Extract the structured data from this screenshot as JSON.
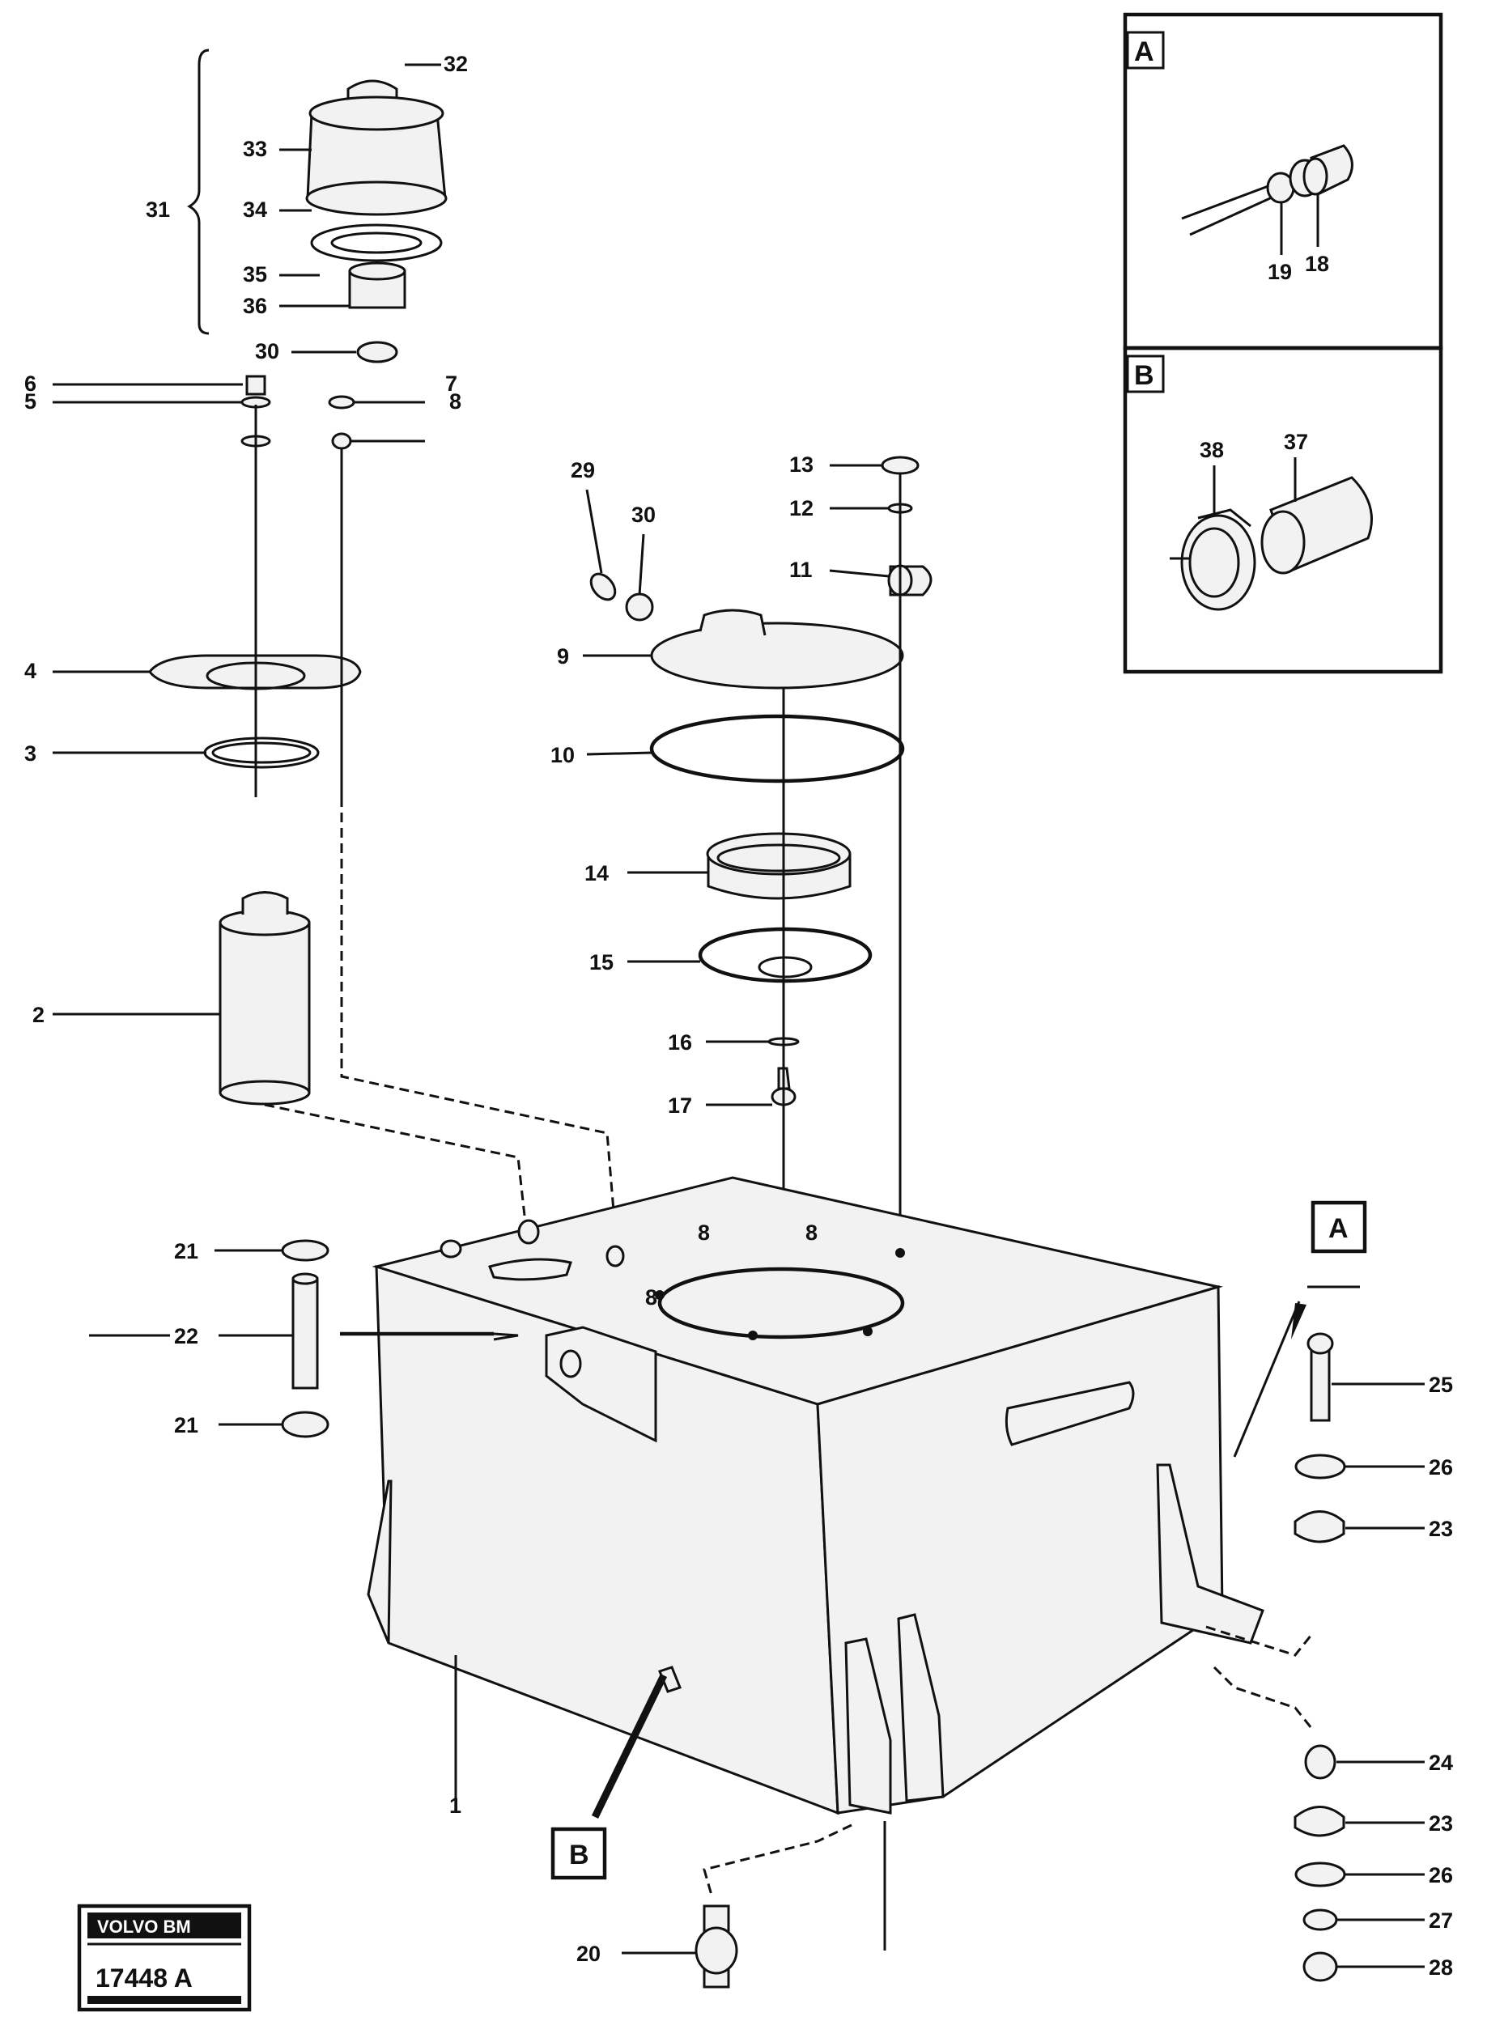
{
  "callouts": {
    "c1": "1",
    "c2": "2",
    "c3": "3",
    "c4": "4",
    "c5": "5",
    "c6": "6",
    "c7": "7",
    "c8": "8",
    "c9": "9",
    "c10": "10",
    "c11": "11",
    "c12": "12",
    "c13": "13",
    "c14": "14",
    "c15": "15",
    "c16": "16",
    "c17": "17",
    "c20": "20",
    "c21a": "21",
    "c21b": "21",
    "c22": "22",
    "c23a": "23",
    "c23b": "23",
    "c24": "24",
    "c25": "25",
    "c26a": "26",
    "c26b": "26",
    "c27": "27",
    "c28": "28",
    "c29": "29",
    "c30a": "30",
    "c30b": "30",
    "c31": "31",
    "c32": "32",
    "c33": "33",
    "c34": "34",
    "c35": "35",
    "c36": "36",
    "t8a": "8",
    "t8b": "8",
    "t8c": "8"
  },
  "detail_a": {
    "label": "A",
    "parts": [
      "19",
      "18"
    ]
  },
  "detail_b": {
    "label": "B",
    "parts": [
      "38",
      "37"
    ]
  },
  "refs": {
    "a_ref": "A",
    "b_ref": "B"
  },
  "stamp": {
    "brand": "VOLVO BM",
    "drawing_no": "17448 A"
  }
}
